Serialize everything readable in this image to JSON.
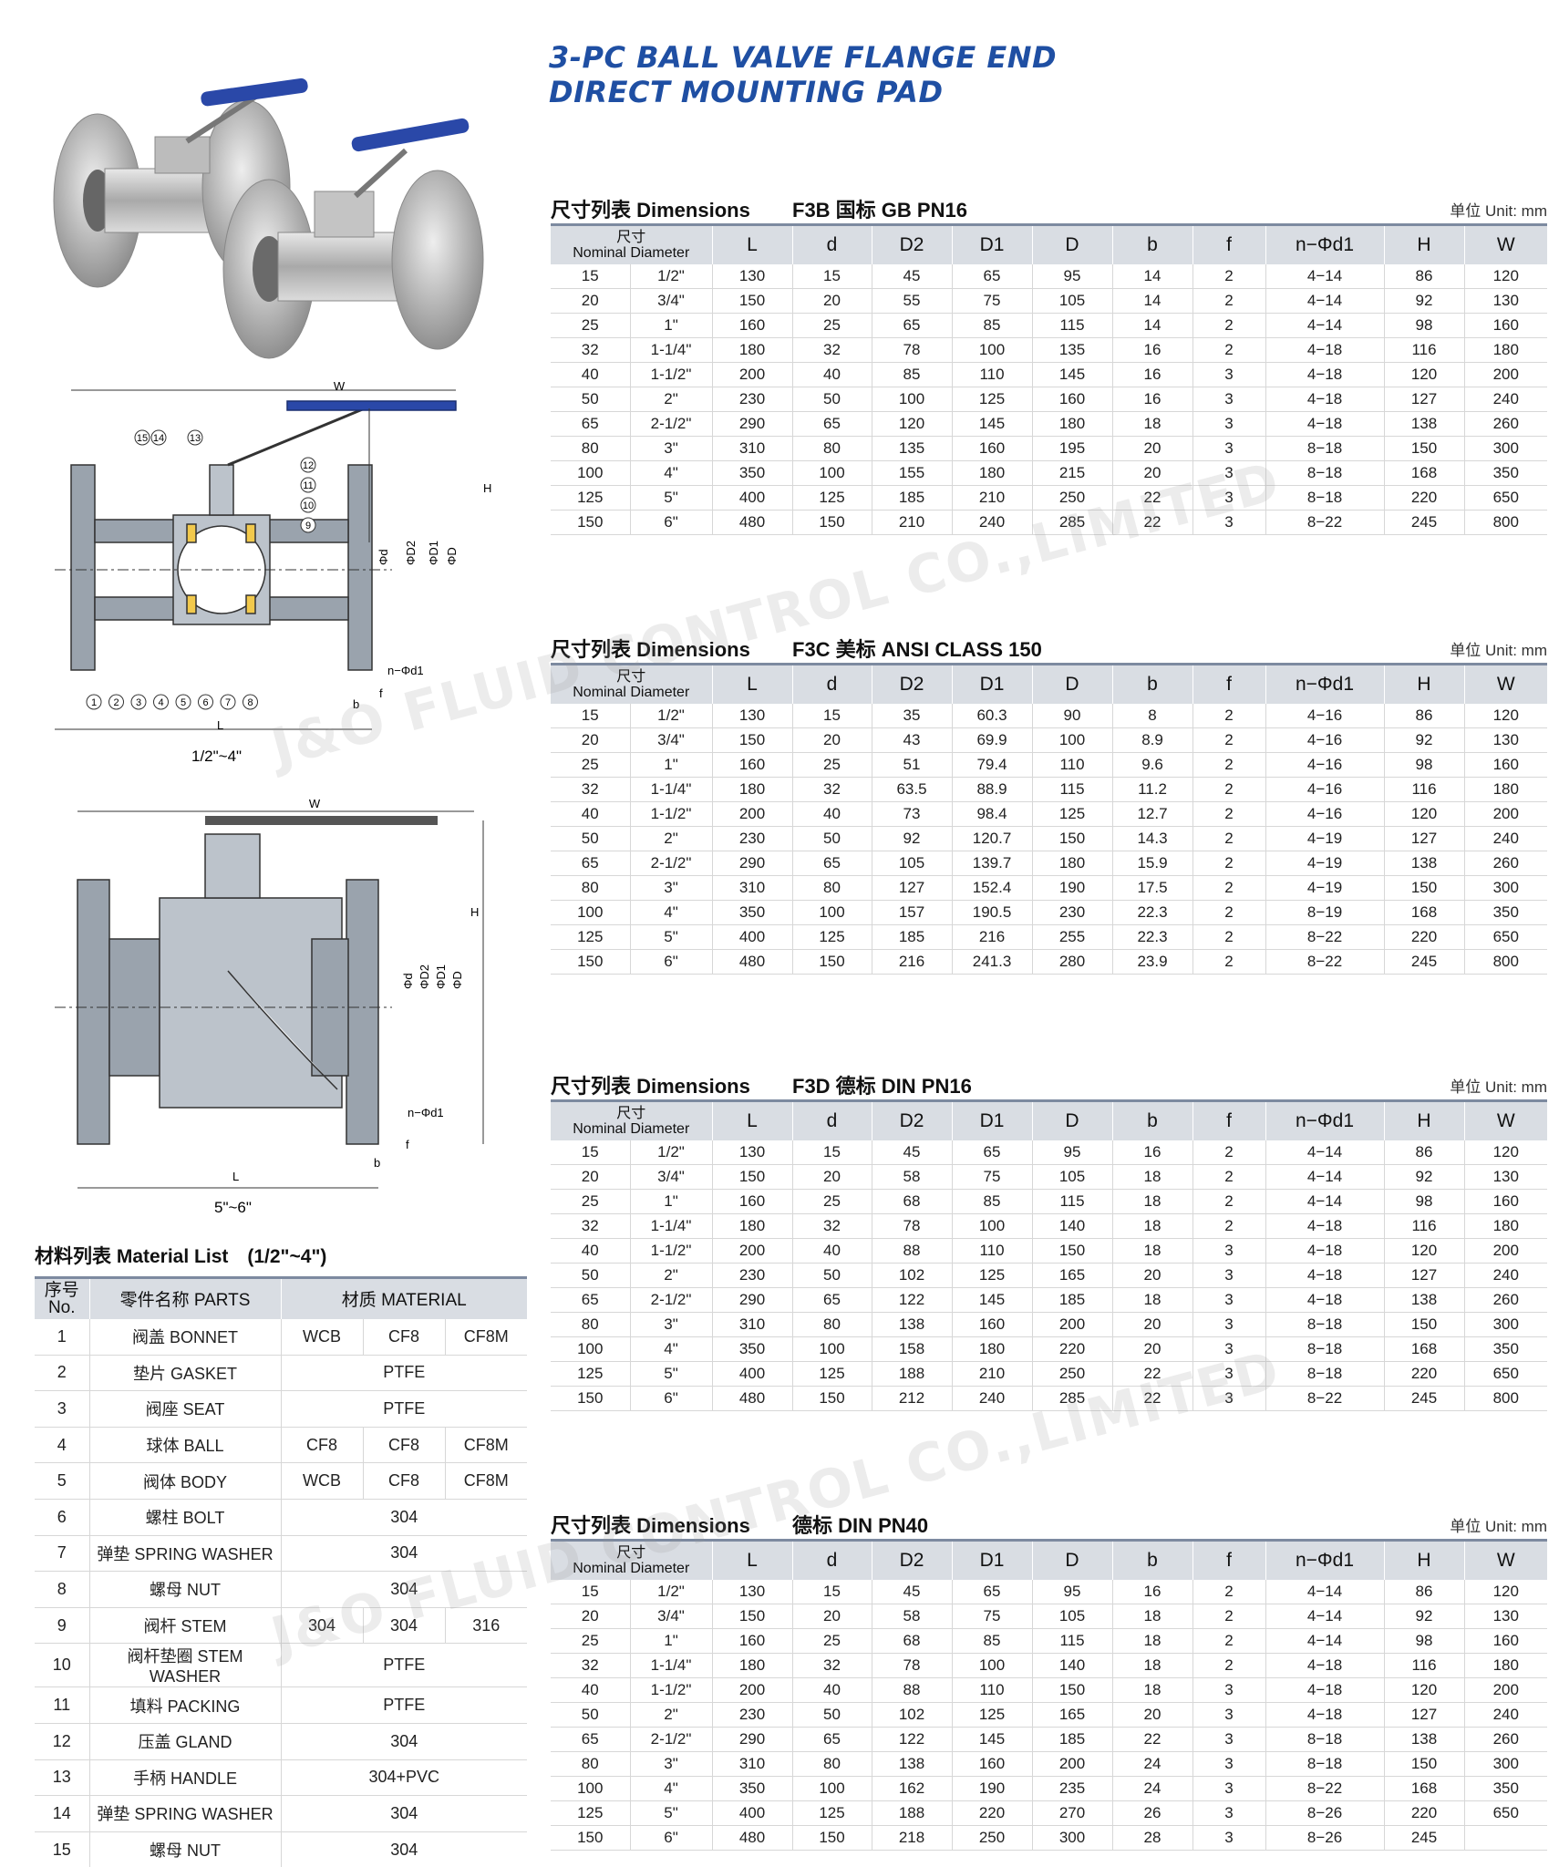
{
  "page": {
    "title_line1": "3-PC BALL VALVE FLANGE END",
    "title_line2": "DIRECT MOUNTING PAD",
    "watermark": "J&O FLUID CONTROL CO.,LIMITED"
  },
  "drawing1": {
    "w": "W",
    "h": "H",
    "d": "Φd",
    "d2": "ΦD2",
    "d1": "ΦD1",
    "dd": "ΦD",
    "n_phi_d1": "n−Φd1",
    "b": "b",
    "f": "f",
    "l": "L",
    "size_range": "1/2\"~4\"",
    "callouts_top": [
      "15",
      "14",
      "13"
    ],
    "callouts_right": [
      "12",
      "11",
      "10",
      "9"
    ],
    "callouts_bottom": [
      "1",
      "2",
      "3",
      "4",
      "5",
      "6",
      "7",
      "8"
    ]
  },
  "drawing2": {
    "w": "W",
    "h": "H",
    "d": "Φd",
    "d2": "ΦD2",
    "d1": "ΦD1",
    "dd": "ΦD",
    "n_phi_d1": "n−Φd1",
    "b": "b",
    "f": "f",
    "l": "L",
    "size_range": "5\"~6\""
  },
  "columns": {
    "nd_cn": "尺寸",
    "nd_en": "Nominal Diameter",
    "cols": [
      "L",
      "d",
      "D2",
      "D1",
      "D",
      "b",
      "f",
      "n−Φd1",
      "H",
      "W"
    ]
  },
  "tables": [
    {
      "title": "尺寸列表 Dimensions",
      "standard": "F3B 国标 GB PN16",
      "unit": "单位 Unit: mm",
      "rows": [
        [
          "15",
          "1/2\"",
          "130",
          "15",
          "45",
          "65",
          "95",
          "14",
          "2",
          "4−14",
          "86",
          "120"
        ],
        [
          "20",
          "3/4\"",
          "150",
          "20",
          "55",
          "75",
          "105",
          "14",
          "2",
          "4−14",
          "92",
          "130"
        ],
        [
          "25",
          "1\"",
          "160",
          "25",
          "65",
          "85",
          "115",
          "14",
          "2",
          "4−14",
          "98",
          "160"
        ],
        [
          "32",
          "1-1/4\"",
          "180",
          "32",
          "78",
          "100",
          "135",
          "16",
          "2",
          "4−18",
          "116",
          "180"
        ],
        [
          "40",
          "1-1/2\"",
          "200",
          "40",
          "85",
          "110",
          "145",
          "16",
          "3",
          "4−18",
          "120",
          "200"
        ],
        [
          "50",
          "2\"",
          "230",
          "50",
          "100",
          "125",
          "160",
          "16",
          "3",
          "4−18",
          "127",
          "240"
        ],
        [
          "65",
          "2-1/2\"",
          "290",
          "65",
          "120",
          "145",
          "180",
          "18",
          "3",
          "4−18",
          "138",
          "260"
        ],
        [
          "80",
          "3\"",
          "310",
          "80",
          "135",
          "160",
          "195",
          "20",
          "3",
          "8−18",
          "150",
          "300"
        ],
        [
          "100",
          "4\"",
          "350",
          "100",
          "155",
          "180",
          "215",
          "20",
          "3",
          "8−18",
          "168",
          "350"
        ],
        [
          "125",
          "5\"",
          "400",
          "125",
          "185",
          "210",
          "250",
          "22",
          "3",
          "8−18",
          "220",
          "650"
        ],
        [
          "150",
          "6\"",
          "480",
          "150",
          "210",
          "240",
          "285",
          "22",
          "3",
          "8−22",
          "245",
          "800"
        ]
      ]
    },
    {
      "title": "尺寸列表 Dimensions",
      "standard": "F3C 美标 ANSI CLASS 150",
      "unit": "单位 Unit: mm",
      "rows": [
        [
          "15",
          "1/2\"",
          "130",
          "15",
          "35",
          "60.3",
          "90",
          "8",
          "2",
          "4−16",
          "86",
          "120"
        ],
        [
          "20",
          "3/4\"",
          "150",
          "20",
          "43",
          "69.9",
          "100",
          "8.9",
          "2",
          "4−16",
          "92",
          "130"
        ],
        [
          "25",
          "1\"",
          "160",
          "25",
          "51",
          "79.4",
          "110",
          "9.6",
          "2",
          "4−16",
          "98",
          "160"
        ],
        [
          "32",
          "1-1/4\"",
          "180",
          "32",
          "63.5",
          "88.9",
          "115",
          "11.2",
          "2",
          "4−16",
          "116",
          "180"
        ],
        [
          "40",
          "1-1/2\"",
          "200",
          "40",
          "73",
          "98.4",
          "125",
          "12.7",
          "2",
          "4−16",
          "120",
          "200"
        ],
        [
          "50",
          "2\"",
          "230",
          "50",
          "92",
          "120.7",
          "150",
          "14.3",
          "2",
          "4−19",
          "127",
          "240"
        ],
        [
          "65",
          "2-1/2\"",
          "290",
          "65",
          "105",
          "139.7",
          "180",
          "15.9",
          "2",
          "4−19",
          "138",
          "260"
        ],
        [
          "80",
          "3\"",
          "310",
          "80",
          "127",
          "152.4",
          "190",
          "17.5",
          "2",
          "4−19",
          "150",
          "300"
        ],
        [
          "100",
          "4\"",
          "350",
          "100",
          "157",
          "190.5",
          "230",
          "22.3",
          "2",
          "8−19",
          "168",
          "350"
        ],
        [
          "125",
          "5\"",
          "400",
          "125",
          "185",
          "216",
          "255",
          "22.3",
          "2",
          "8−22",
          "220",
          "650"
        ],
        [
          "150",
          "6\"",
          "480",
          "150",
          "216",
          "241.3",
          "280",
          "23.9",
          "2",
          "8−22",
          "245",
          "800"
        ]
      ]
    },
    {
      "title": "尺寸列表 Dimensions",
      "standard": "F3D 德标 DIN PN16",
      "unit": "单位 Unit: mm",
      "rows": [
        [
          "15",
          "1/2\"",
          "130",
          "15",
          "45",
          "65",
          "95",
          "16",
          "2",
          "4−14",
          "86",
          "120"
        ],
        [
          "20",
          "3/4\"",
          "150",
          "20",
          "58",
          "75",
          "105",
          "18",
          "2",
          "4−14",
          "92",
          "130"
        ],
        [
          "25",
          "1\"",
          "160",
          "25",
          "68",
          "85",
          "115",
          "18",
          "2",
          "4−14",
          "98",
          "160"
        ],
        [
          "32",
          "1-1/4\"",
          "180",
          "32",
          "78",
          "100",
          "140",
          "18",
          "2",
          "4−18",
          "116",
          "180"
        ],
        [
          "40",
          "1-1/2\"",
          "200",
          "40",
          "88",
          "110",
          "150",
          "18",
          "3",
          "4−18",
          "120",
          "200"
        ],
        [
          "50",
          "2\"",
          "230",
          "50",
          "102",
          "125",
          "165",
          "20",
          "3",
          "4−18",
          "127",
          "240"
        ],
        [
          "65",
          "2-1/2\"",
          "290",
          "65",
          "122",
          "145",
          "185",
          "18",
          "3",
          "4−18",
          "138",
          "260"
        ],
        [
          "80",
          "3\"",
          "310",
          "80",
          "138",
          "160",
          "200",
          "20",
          "3",
          "8−18",
          "150",
          "300"
        ],
        [
          "100",
          "4\"",
          "350",
          "100",
          "158",
          "180",
          "220",
          "20",
          "3",
          "8−18",
          "168",
          "350"
        ],
        [
          "125",
          "5\"",
          "400",
          "125",
          "188",
          "210",
          "250",
          "22",
          "3",
          "8−18",
          "220",
          "650"
        ],
        [
          "150",
          "6\"",
          "480",
          "150",
          "212",
          "240",
          "285",
          "22",
          "3",
          "8−22",
          "245",
          "800"
        ]
      ]
    },
    {
      "title": "尺寸列表 Dimensions",
      "standard": "德标 DIN PN40",
      "unit": "单位 Unit: mm",
      "rows": [
        [
          "15",
          "1/2\"",
          "130",
          "15",
          "45",
          "65",
          "95",
          "16",
          "2",
          "4−14",
          "86",
          "120"
        ],
        [
          "20",
          "3/4\"",
          "150",
          "20",
          "58",
          "75",
          "105",
          "18",
          "2",
          "4−14",
          "92",
          "130"
        ],
        [
          "25",
          "1\"",
          "160",
          "25",
          "68",
          "85",
          "115",
          "18",
          "2",
          "4−14",
          "98",
          "160"
        ],
        [
          "32",
          "1-1/4\"",
          "180",
          "32",
          "78",
          "100",
          "140",
          "18",
          "2",
          "4−18",
          "116",
          "180"
        ],
        [
          "40",
          "1-1/2\"",
          "200",
          "40",
          "88",
          "110",
          "150",
          "18",
          "3",
          "4−18",
          "120",
          "200"
        ],
        [
          "50",
          "2\"",
          "230",
          "50",
          "102",
          "125",
          "165",
          "20",
          "3",
          "4−18",
          "127",
          "240"
        ],
        [
          "65",
          "2-1/2\"",
          "290",
          "65",
          "122",
          "145",
          "185",
          "22",
          "3",
          "8−18",
          "138",
          "260"
        ],
        [
          "80",
          "3\"",
          "310",
          "80",
          "138",
          "160",
          "200",
          "24",
          "3",
          "8−18",
          "150",
          "300"
        ],
        [
          "100",
          "4\"",
          "350",
          "100",
          "162",
          "190",
          "235",
          "24",
          "3",
          "8−22",
          "168",
          "350"
        ],
        [
          "125",
          "5\"",
          "400",
          "125",
          "188",
          "220",
          "270",
          "26",
          "3",
          "8−26",
          "220",
          "650"
        ],
        [
          "150",
          "6\"",
          "480",
          "150",
          "218",
          "250",
          "300",
          "28",
          "3",
          "8−26",
          "245",
          ""
        ]
      ]
    }
  ],
  "material": {
    "title": "材料列表 Material List　(1/2\"~4\")",
    "h_no_cn": "序号",
    "h_no_en": "No.",
    "h_parts": "零件名称 PARTS",
    "h_material": "材质 MATERIAL",
    "rows": [
      {
        "no": "1",
        "part": "阀盖 BONNET",
        "mats": [
          "WCB",
          "CF8",
          "CF8M"
        ]
      },
      {
        "no": "2",
        "part": "垫片 GASKET",
        "mats": [
          "PTFE"
        ]
      },
      {
        "no": "3",
        "part": "阀座 SEAT",
        "mats": [
          "PTFE"
        ]
      },
      {
        "no": "4",
        "part": "球体 BALL",
        "mats": [
          "CF8",
          "CF8",
          "CF8M"
        ]
      },
      {
        "no": "5",
        "part": "阀体 BODY",
        "mats": [
          "WCB",
          "CF8",
          "CF8M"
        ]
      },
      {
        "no": "6",
        "part": "螺柱 BOLT",
        "mats": [
          "304"
        ]
      },
      {
        "no": "7",
        "part": "弹垫 SPRING WASHER",
        "mats": [
          "304"
        ]
      },
      {
        "no": "8",
        "part": "螺母 NUT",
        "mats": [
          "304"
        ]
      },
      {
        "no": "9",
        "part": "阀杆 STEM",
        "mats": [
          "304",
          "304",
          "316"
        ]
      },
      {
        "no": "10",
        "part": "阀杆垫圈 STEM WASHER",
        "mats": [
          "PTFE"
        ]
      },
      {
        "no": "11",
        "part": "填料 PACKING",
        "mats": [
          "PTFE"
        ]
      },
      {
        "no": "12",
        "part": "压盖 GLAND",
        "mats": [
          "304"
        ]
      },
      {
        "no": "13",
        "part": "手柄 HANDLE",
        "mats": [
          "304+PVC"
        ]
      },
      {
        "no": "14",
        "part": "弹垫 SPRING WASHER",
        "mats": [
          "304"
        ]
      },
      {
        "no": "15",
        "part": "螺母 NUT",
        "mats": [
          "304"
        ]
      }
    ]
  }
}
